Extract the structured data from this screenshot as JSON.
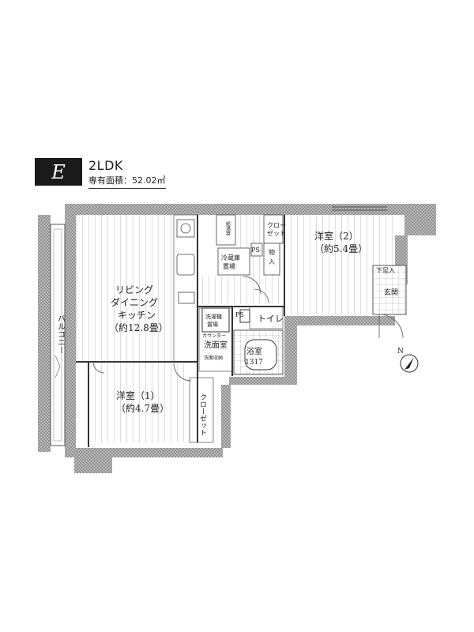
{
  "header": {
    "badge": "E",
    "type": "2LDK",
    "area": "専有面積：52.02㎡"
  },
  "rooms": {
    "ldk": [
      "リビング",
      "ダイニング",
      "キッチン",
      "（約12.8畳）"
    ],
    "western2": [
      "洋室（2）",
      "（約5.4畳）"
    ],
    "western1": [
      "洋室（1）",
      "（約4.7畳）"
    ],
    "balcony": "バルコニー",
    "toilet": "トイレ",
    "washroom": "洗面室",
    "bath": [
      "浴室",
      "1317"
    ],
    "entrance": "玄関",
    "storage_under_floor": "下足入",
    "closet_vertical": "クローゼット",
    "closet_top": [
      "クロー",
      "ゼット"
    ],
    "storage": [
      "物",
      "入"
    ],
    "ps": "PS",
    "washer": [
      "洗濯機",
      "置場"
    ],
    "fridge": [
      "冷蔵庫",
      "置場"
    ],
    "counter": "カウンター",
    "shelf": "洗面収納",
    "hot_water": "給湯器",
    "compass": "N"
  }
}
